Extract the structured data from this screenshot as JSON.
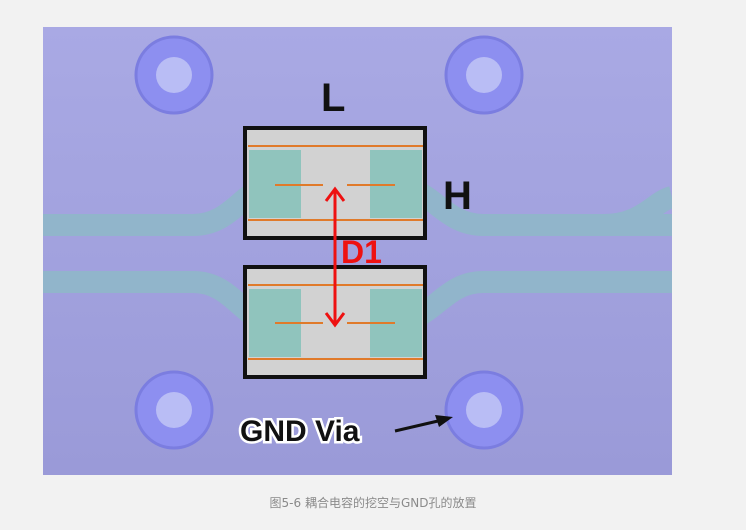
{
  "figure": {
    "labels": {
      "length": "L",
      "height": "H",
      "distance": "D1",
      "via": "GND Via"
    },
    "colors": {
      "board": "#a3a3e0",
      "via": "#8d8ff0",
      "via_center": "#b9bdf5",
      "trace": "#8fb7c9",
      "pad": "#7fc1b8",
      "body": "#d2d2d2",
      "outline": "#111111",
      "arrow": "#ee1111",
      "line": "#e07a2a"
    }
  },
  "caption": "图5-6 耦合电容的挖空与GND孔的放置"
}
